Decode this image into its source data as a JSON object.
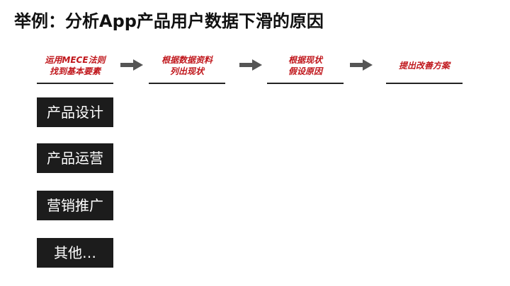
{
  "title": "举例：分析App产品用户数据下滑的原因",
  "steps": [
    {
      "label": "运用MECE法则\n找到基本要素"
    },
    {
      "label": "根据数据资料\n列出现状"
    },
    {
      "label": "根据现状\n假设原因"
    },
    {
      "label": "提出改善方案"
    }
  ],
  "categories": [
    {
      "label": "产品设计"
    },
    {
      "label": "产品运营"
    },
    {
      "label": "营销推广"
    },
    {
      "label": "其他…"
    }
  ],
  "colors": {
    "step_text": "#c0171c",
    "box_bg": "#1c1c1c",
    "arrow": "#555555"
  },
  "icons": {
    "arrow": "arrow-right-icon"
  }
}
